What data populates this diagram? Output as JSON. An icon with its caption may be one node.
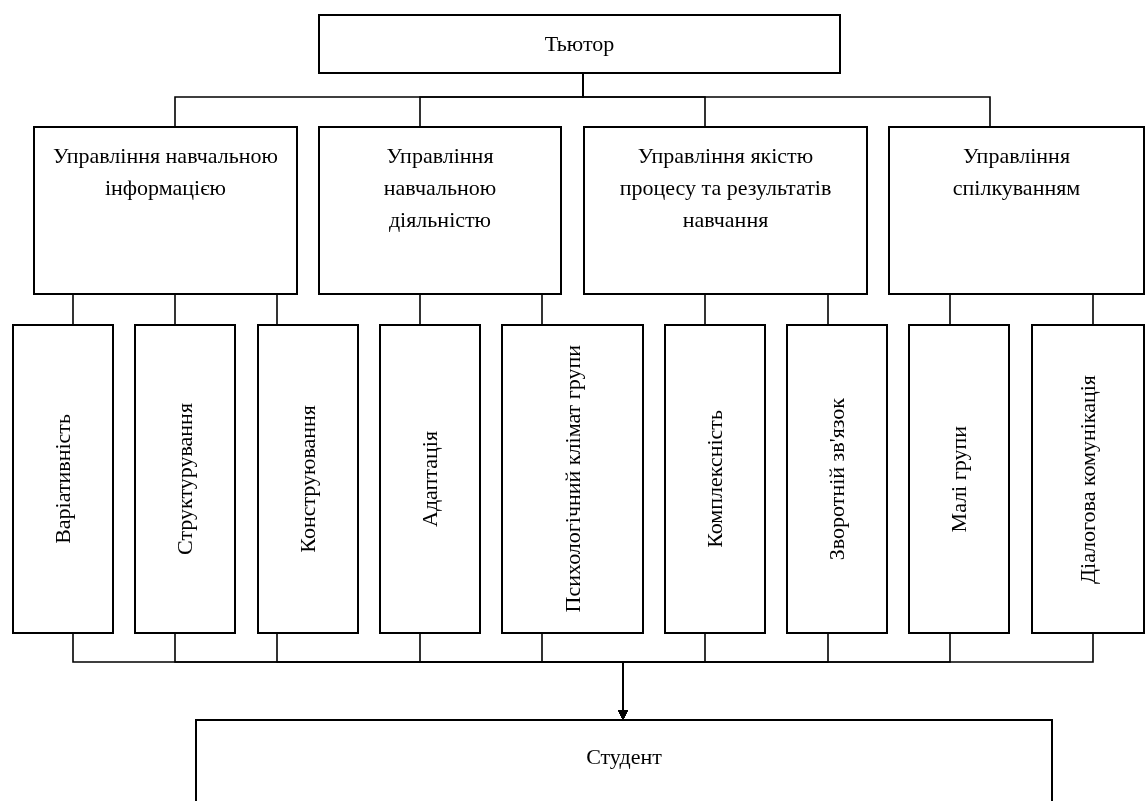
{
  "diagram": {
    "nodes": [
      {
        "text": [
          "Тьютор"
        ]
      },
      {
        "text": [
          "Управління навчальною інформацією"
        ]
      },
      {
        "text": [
          "Управління навчальною діяльністю"
        ]
      },
      {
        "text": [
          "Управління якістю процесу та результатів навчання"
        ]
      },
      {
        "text": [
          "Управління спілкуванням"
        ]
      },
      {
        "text": [
          "Варіативність"
        ]
      },
      {
        "text": [
          "Структурування"
        ]
      },
      {
        "text": [
          "Конструювання"
        ]
      },
      {
        "text": [
          "Адаптація"
        ]
      },
      {
        "text": [
          "Психологічний клімат групи"
        ]
      },
      {
        "text": [
          "Комплексність"
        ]
      },
      {
        "text": [
          "Зворотній зв'язок"
        ]
      },
      {
        "text": [
          "Малі групи"
        ]
      },
      {
        "text": [
          "Діалогова комунікація"
        ]
      },
      {
        "text": [
          "Студент"
        ]
      }
    ],
    "edges": [
      {
        "from": 0,
        "to": 1,
        "arrow": "none"
      },
      {
        "from": 0,
        "to": 2,
        "arrow": "none"
      },
      {
        "from": 0,
        "to": 3,
        "arrow": "none"
      },
      {
        "from": 0,
        "to": 4,
        "arrow": "none"
      },
      {
        "from": 1,
        "to": 5,
        "arrow": "none"
      },
      {
        "from": 1,
        "to": 6,
        "arrow": "none"
      },
      {
        "from": 1,
        "to": 7,
        "arrow": "none"
      },
      {
        "from": 2,
        "to": 8,
        "arrow": "none"
      },
      {
        "from": 2,
        "to": 9,
        "arrow": "none"
      },
      {
        "from": 3,
        "to": 10,
        "arrow": "none"
      },
      {
        "from": 3,
        "to": 11,
        "arrow": "none"
      },
      {
        "from": 4,
        "to": 12,
        "arrow": "none"
      },
      {
        "from": 4,
        "to": 13,
        "arrow": "none"
      },
      {
        "from": 5,
        "to": 14,
        "arrow": "to"
      },
      {
        "from": 6,
        "to": 14,
        "arrow": "to"
      },
      {
        "from": 7,
        "to": 14,
        "arrow": "to"
      },
      {
        "from": 8,
        "to": 14,
        "arrow": "to"
      },
      {
        "from": 9,
        "to": 14,
        "arrow": "to"
      },
      {
        "from": 10,
        "to": 14,
        "arrow": "to"
      },
      {
        "from": 11,
        "to": 14,
        "arrow": "to"
      },
      {
        "from": 12,
        "to": 14,
        "arrow": "to"
      },
      {
        "from": 13,
        "to": 14,
        "arrow": "to"
      }
    ]
  }
}
